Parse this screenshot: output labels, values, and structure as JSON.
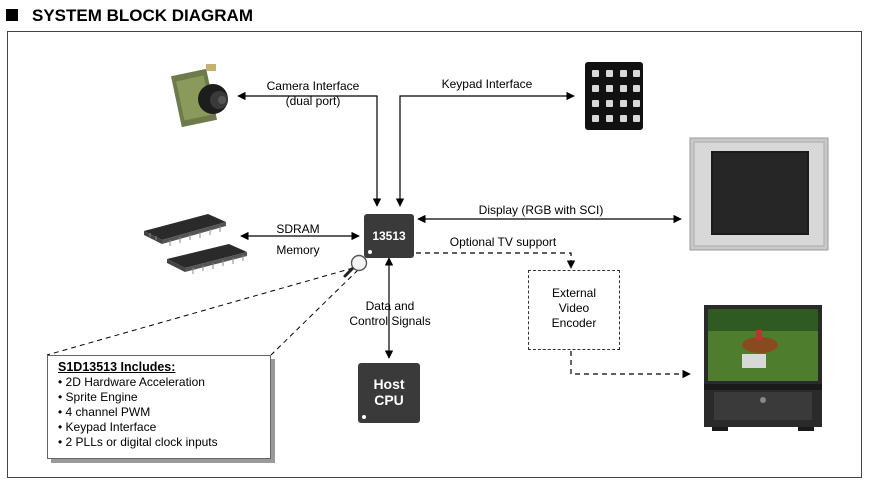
{
  "header": {
    "title": "SYSTEM BLOCK DIAGRAM"
  },
  "chip": {
    "label": "13513"
  },
  "host": {
    "line1": "Host",
    "line2": "CPU"
  },
  "labels": {
    "camera_line1": "Camera Interface",
    "camera_line2": "(dual port)",
    "keypad": "Keypad Interface",
    "sdram_line1": "SDRAM",
    "sdram_line2": "Memory",
    "display": "Display (RGB with SCI)",
    "tv": "Optional TV support",
    "signals_line1": "Data and",
    "signals_line2": "Control Signals"
  },
  "encoder": {
    "line1": "External",
    "line2": "Video",
    "line3": "Encoder"
  },
  "info": {
    "heading": "S1D13513 Includes:",
    "items": [
      "2D Hardware Acceleration",
      "Sprite Engine",
      "4 channel PWM",
      "Keypad Interface",
      "2 PLLs or digital clock inputs"
    ]
  },
  "colors": {
    "chip_fill": "#3a3a3a",
    "line": "#000000",
    "shadow": "#9a9a9a"
  }
}
